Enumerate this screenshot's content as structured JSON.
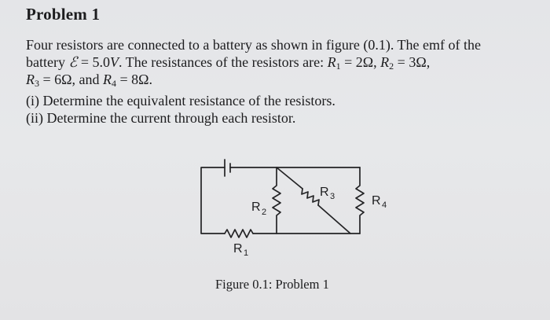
{
  "problem": {
    "title": "Problem 1",
    "intro": "Four resistors are connected to a battery as shown in figure (0.1). The emf of the",
    "battery_word": "battery",
    "emf_symbol": "ℰ",
    "emf_equals": "= 5.0",
    "emf_unit": "V",
    "resistances_text": ". The resistances of the resistors are:",
    "r_letter": "R",
    "r1_index": "1",
    "r1_value": "= 2Ω,",
    "r2_index": "2",
    "r2_value": "= 3Ω,",
    "r3_index": "3",
    "r3_value": "= 6Ω, and",
    "r4_index": "4",
    "r4_value": "= 8Ω.",
    "question_1": "(i) Determine the equivalent resistance of the resistors.",
    "question_2": "(ii) Determine the current through each resistor."
  },
  "figure": {
    "caption": "Figure 0.1: Problem 1",
    "labels": {
      "r1": {
        "letter": "R",
        "index": "1"
      },
      "r2": {
        "letter": "R",
        "index": "2"
      },
      "r3": {
        "letter": "R",
        "index": "3"
      },
      "r4": {
        "letter": "R",
        "index": "4"
      }
    }
  }
}
